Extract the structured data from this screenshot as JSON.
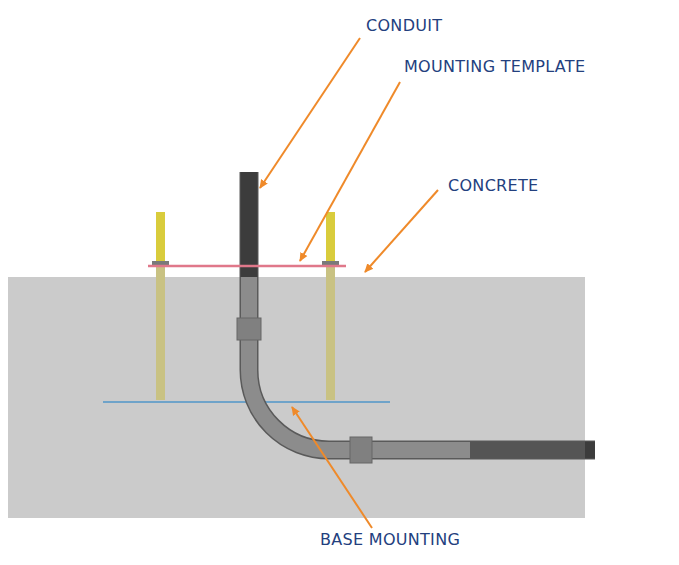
{
  "diagram": {
    "labels": [
      "CONDUIT",
      "MOUNTING TEMPLATE",
      "CONCRETE",
      "BASE MOUNTING"
    ]
  }
}
